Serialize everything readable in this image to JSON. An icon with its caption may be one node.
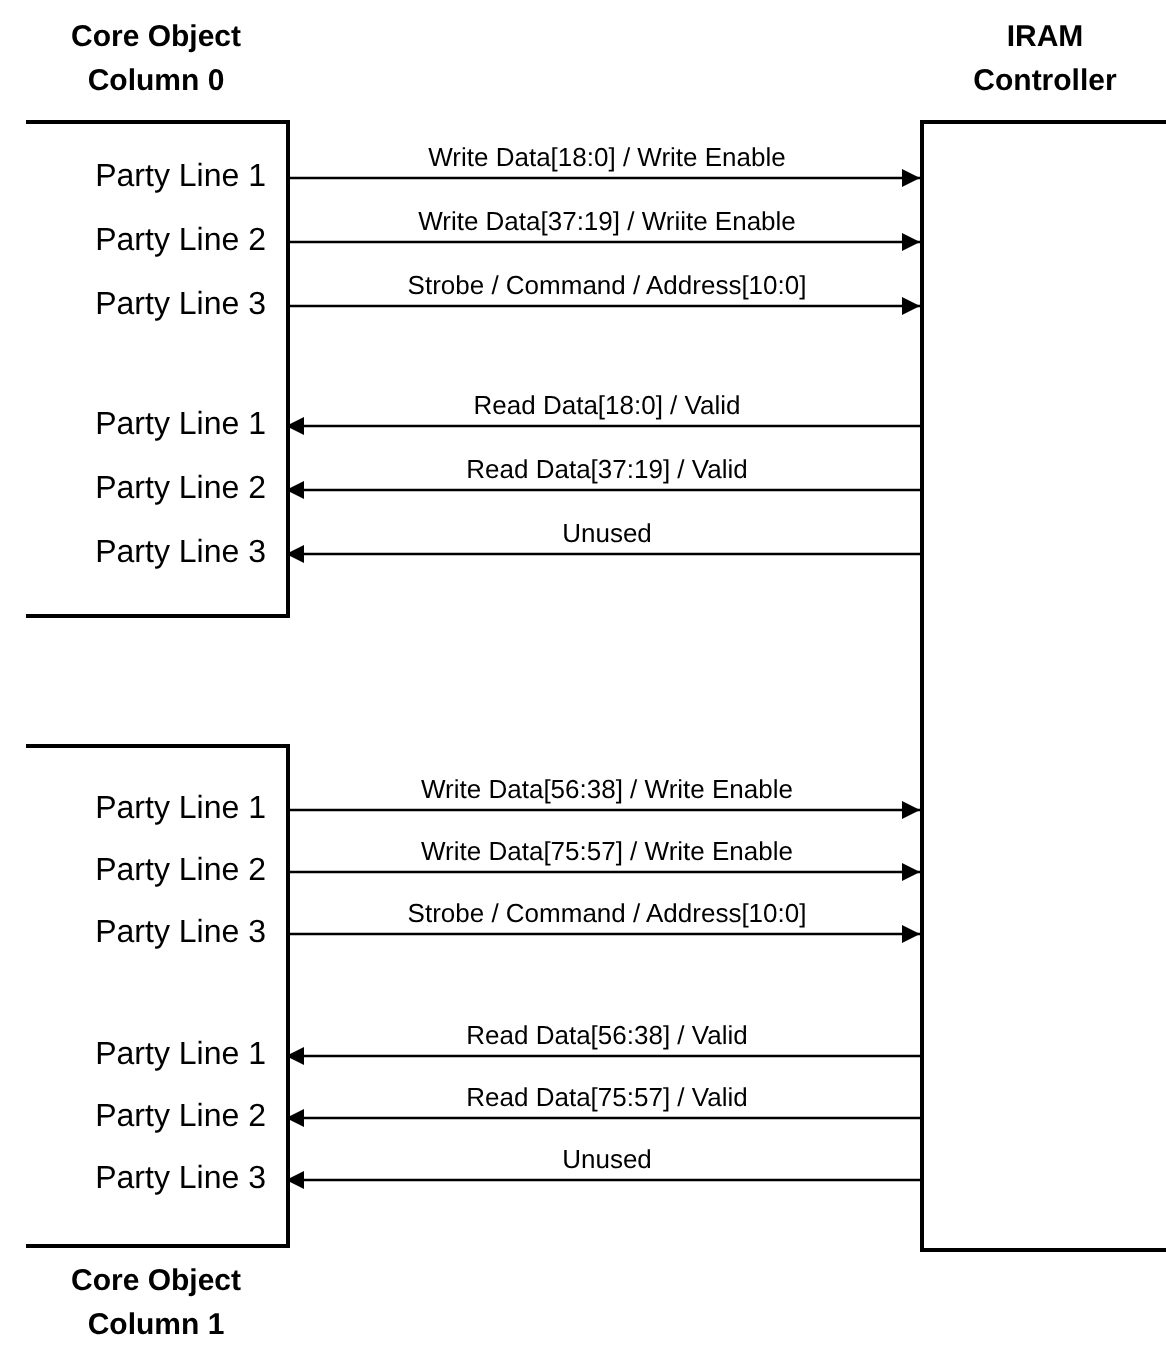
{
  "diagram": {
    "nodes": [
      {
        "text": [
          "Core Object Column 0"
        ]
      },
      {
        "text": [
          "Party Line 1"
        ],
        "in": 0
      },
      {
        "text": [
          "Party Line 2"
        ],
        "in": 0
      },
      {
        "text": [
          "Party Line 3"
        ],
        "in": 0
      },
      {
        "text": [
          "Party Line 1"
        ],
        "in": 0
      },
      {
        "text": [
          "Party Line 2"
        ],
        "in": 0
      },
      {
        "text": [
          "Party Line 3"
        ],
        "in": 0
      },
      {
        "text": [
          "IRAM Controller"
        ]
      },
      {
        "text": [
          "Core Object Column 1"
        ]
      },
      {
        "text": [
          "Party Line 1"
        ],
        "in": 8
      },
      {
        "text": [
          "Party Line 2"
        ],
        "in": 8
      },
      {
        "text": [
          "Party Line 3"
        ],
        "in": 8
      },
      {
        "text": [
          "Party Line 1"
        ],
        "in": 8
      },
      {
        "text": [
          "Party Line 2"
        ],
        "in": 8
      },
      {
        "text": [
          "Party Line 3"
        ],
        "in": 8
      }
    ],
    "edges": [
      {
        "from": 1,
        "to": 7,
        "arrow": "to",
        "label": "Write Data[18:0] / Write Enable"
      },
      {
        "from": 2,
        "to": 7,
        "arrow": "to",
        "label": "Write Data[37:19] / Wriite Enable"
      },
      {
        "from": 3,
        "to": 7,
        "arrow": "to",
        "label": "Strobe / Command / Address[10:0]"
      },
      {
        "from": 7,
        "to": 4,
        "arrow": "to",
        "label": "Read Data[18:0] / Valid"
      },
      {
        "from": 7,
        "to": 5,
        "arrow": "to",
        "label": "Read Data[37:19] / Valid"
      },
      {
        "from": 7,
        "to": 6,
        "arrow": "to",
        "label": "Unused"
      },
      {
        "from": 9,
        "to": 7,
        "arrow": "to",
        "label": "Write Data[56:38] / Write Enable"
      },
      {
        "from": 10,
        "to": 7,
        "arrow": "to",
        "label": "Write Data[75:57] / Write Enable"
      },
      {
        "from": 11,
        "to": 7,
        "arrow": "to",
        "label": "Strobe / Command / Address[10:0]"
      },
      {
        "from": 7,
        "to": 12,
        "arrow": "to",
        "label": "Read Data[56:38] / Valid"
      },
      {
        "from": 7,
        "to": 13,
        "arrow": "to",
        "label": "Read Data[75:57] / Valid"
      },
      {
        "from": 7,
        "to": 14,
        "arrow": "to",
        "label": "Unused"
      }
    ]
  }
}
